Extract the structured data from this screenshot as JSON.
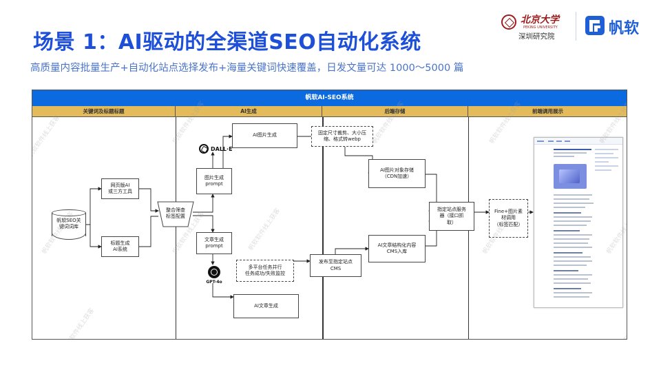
{
  "header": {
    "title": "场景 1：AI驱动的全渠道SEO自动化系统",
    "subtitle": "高质量内容批量生产+自动化站点选择发布+海量关键词快速覆盖，日发文量可达 1000～5000 篇"
  },
  "logos": {
    "pku_name": "北京大学",
    "pku_en": "PEKING UNIVERSITY",
    "pku_institute": "深圳研究院",
    "fanruan": "帆软"
  },
  "diagram": {
    "title": "帆软AI-SEO系统",
    "lanes": [
      "关键词及标题标题",
      "AI生成",
      "后端存储",
      "前端调用展示"
    ],
    "nodes": {
      "keyword_db": "帆软SEO关\n键词词库",
      "web_tools": "网页版AI\n或三方工具",
      "title_gen": "标题生成\nAI系统",
      "merge": "整合筛查\n标签配置",
      "img_prompt": "图片生成\nprompt",
      "article_prompt": "文章生成\nprompt",
      "ai_image": "AI图片生成",
      "ai_article": "AI文章生成",
      "resize": "固定尺寸裁剪、大小压\n缩、格式转webp",
      "multi_task": "多平台任务并行\n任务成功/失败监控",
      "publish": "发布至指定站点\nCMS",
      "img_store": "AI图片对象存储\n（CDN加速）",
      "article_store": "AI文章结构化内容\nCMS入库",
      "site_service": "指定站点服务\n器（接口抓\n取）",
      "fine_call": "Fine+图片素\n材调用\n（标签匹配）"
    },
    "logos": {
      "dalle": "DALL·E",
      "gpt": "GPT-4o"
    },
    "watermark": "帆软软件线上获客"
  },
  "colors": {
    "title_blue": "#1d4fd8",
    "subtitle_blue": "#4a74c9",
    "bar_blue": "#0b6ae0",
    "lane_gold": "#e3bb5b"
  }
}
